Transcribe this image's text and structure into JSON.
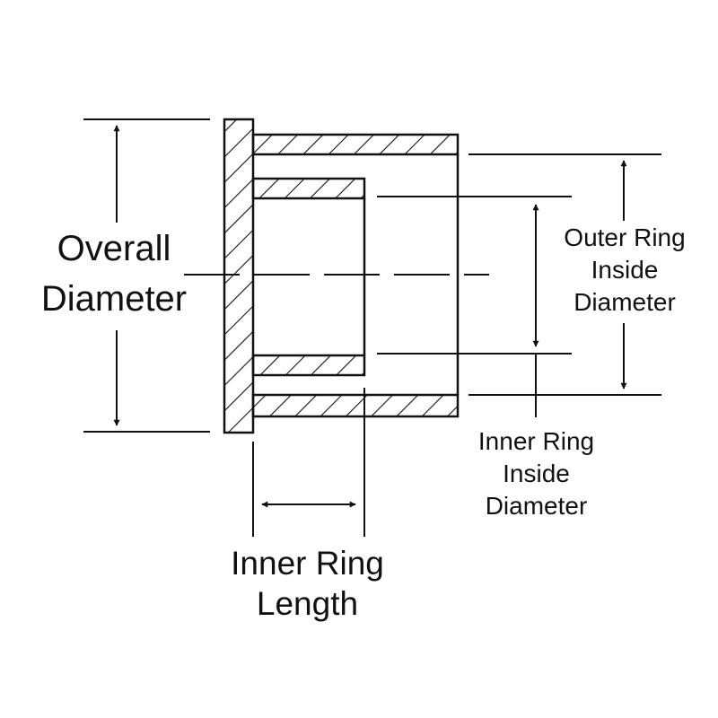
{
  "labels": {
    "overall_diameter": {
      "line1": "Overall",
      "line2": "Diameter"
    },
    "outer_ring_inside_diameter": {
      "line1": "Outer Ring",
      "line2": "Inside",
      "line3": "Diameter"
    },
    "inner_ring_inside_diameter": {
      "line1": "Inner Ring",
      "line2": "Inside",
      "line3": "Diameter"
    },
    "inner_ring_length": {
      "line1": "Inner Ring",
      "line2": "Length"
    }
  },
  "colors": {
    "line": "#111111",
    "background": "#ffffff"
  }
}
